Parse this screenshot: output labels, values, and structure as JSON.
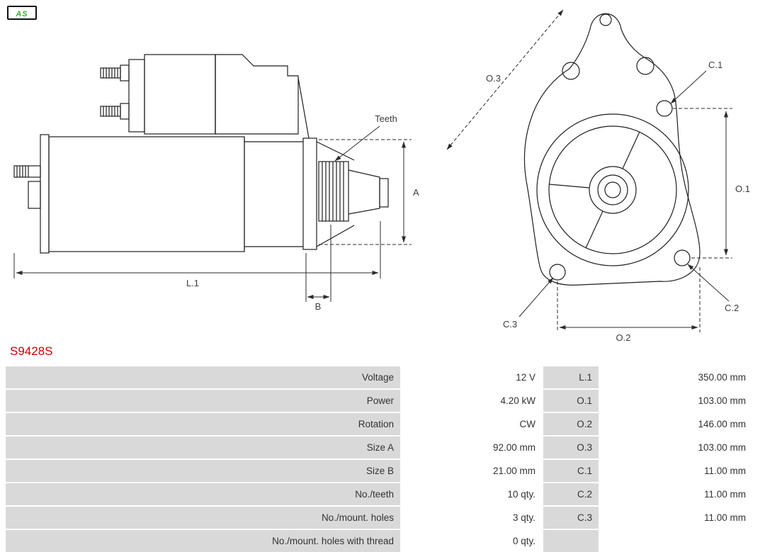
{
  "logo": {
    "text": "AS"
  },
  "part_number": "S9428S",
  "colors": {
    "part_number_red": "#cc0000",
    "table_cell_gray": "#d9d9d9",
    "table_text": "#333333",
    "drawing_line": "#1f1f1f",
    "logo_green": "#3aaa35"
  },
  "diagram": {
    "side": {
      "teeth": "Teeth",
      "a": "A",
      "l1": "L.1",
      "b": "B"
    },
    "front": {
      "o3": "O.3",
      "c1": "C.1",
      "o1": "O.1",
      "c2": "C.2",
      "c3": "C.3",
      "o2": "O.2"
    }
  },
  "specs": {
    "rows": [
      {
        "label": "Voltage",
        "value": "12 V",
        "dim_label": "L.1",
        "dim_value": "350.00 mm"
      },
      {
        "label": "Power",
        "value": "4.20 kW",
        "dim_label": "O.1",
        "dim_value": "103.00 mm"
      },
      {
        "label": "Rotation",
        "value": "CW",
        "dim_label": "O.2",
        "dim_value": "146.00 mm"
      },
      {
        "label": "Size A",
        "value": "92.00 mm",
        "dim_label": "O.3",
        "dim_value": "103.00 mm"
      },
      {
        "label": "Size B",
        "value": "21.00 mm",
        "dim_label": "C.1",
        "dim_value": "11.00 mm"
      },
      {
        "label": "No./teeth",
        "value": "10 qty.",
        "dim_label": "C.2",
        "dim_value": "11.00 mm"
      },
      {
        "label": "No./mount. holes",
        "value": "3 qty.",
        "dim_label": "C.3",
        "dim_value": "11.00 mm"
      },
      {
        "label": "No./mount. holes with thread",
        "value": "0 qty.",
        "dim_label": "",
        "dim_value": ""
      }
    ]
  }
}
